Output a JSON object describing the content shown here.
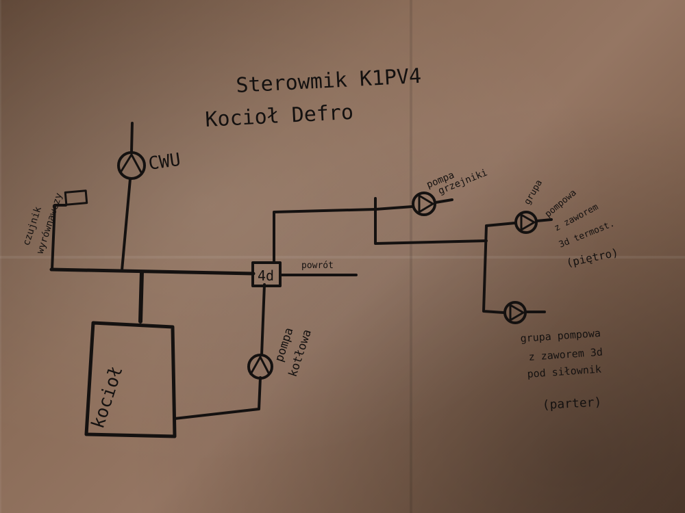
{
  "title_line1": "Sterowmik K1PV4",
  "title_line2": "Kocioł Defro",
  "boiler_label": "kocioł",
  "cwu_label": "CWU",
  "valve_label": "4d",
  "return_label": "powrót",
  "sensor_label": [
    "czujnik",
    "wyrównawczy"
  ],
  "boiler_pump_label": [
    "pompa",
    "kotłowa"
  ],
  "heating_pump_label": [
    "pompa",
    "grzejniki"
  ],
  "upper_group_label": [
    "grupa",
    "pompowa",
    "z zaworem",
    "3d termost.",
    "(piętro)"
  ],
  "lower_group_label": [
    "grupa pompowa",
    "z zaworem 3d",
    "pod siłownik",
    "(parter)"
  ],
  "colors": {
    "ink": "#141110",
    "paper": "#8a6c58"
  }
}
